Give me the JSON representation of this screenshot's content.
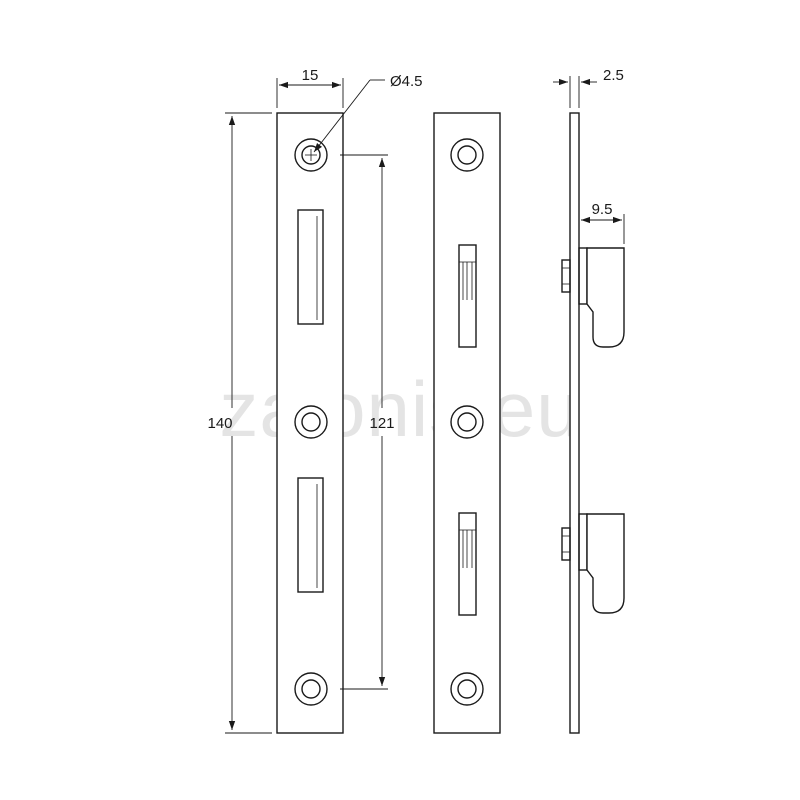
{
  "watermark": "zalonis.eu",
  "dimensions": {
    "width": "15",
    "hole_diameter": "Ø4.5",
    "total_length": "140",
    "hole_spacing": "121",
    "thickness": "2.5",
    "hook_depth": "9.5"
  },
  "colors": {
    "line": "#1a1a1a",
    "watermark": "#e4e4e4",
    "background": "#ffffff"
  }
}
